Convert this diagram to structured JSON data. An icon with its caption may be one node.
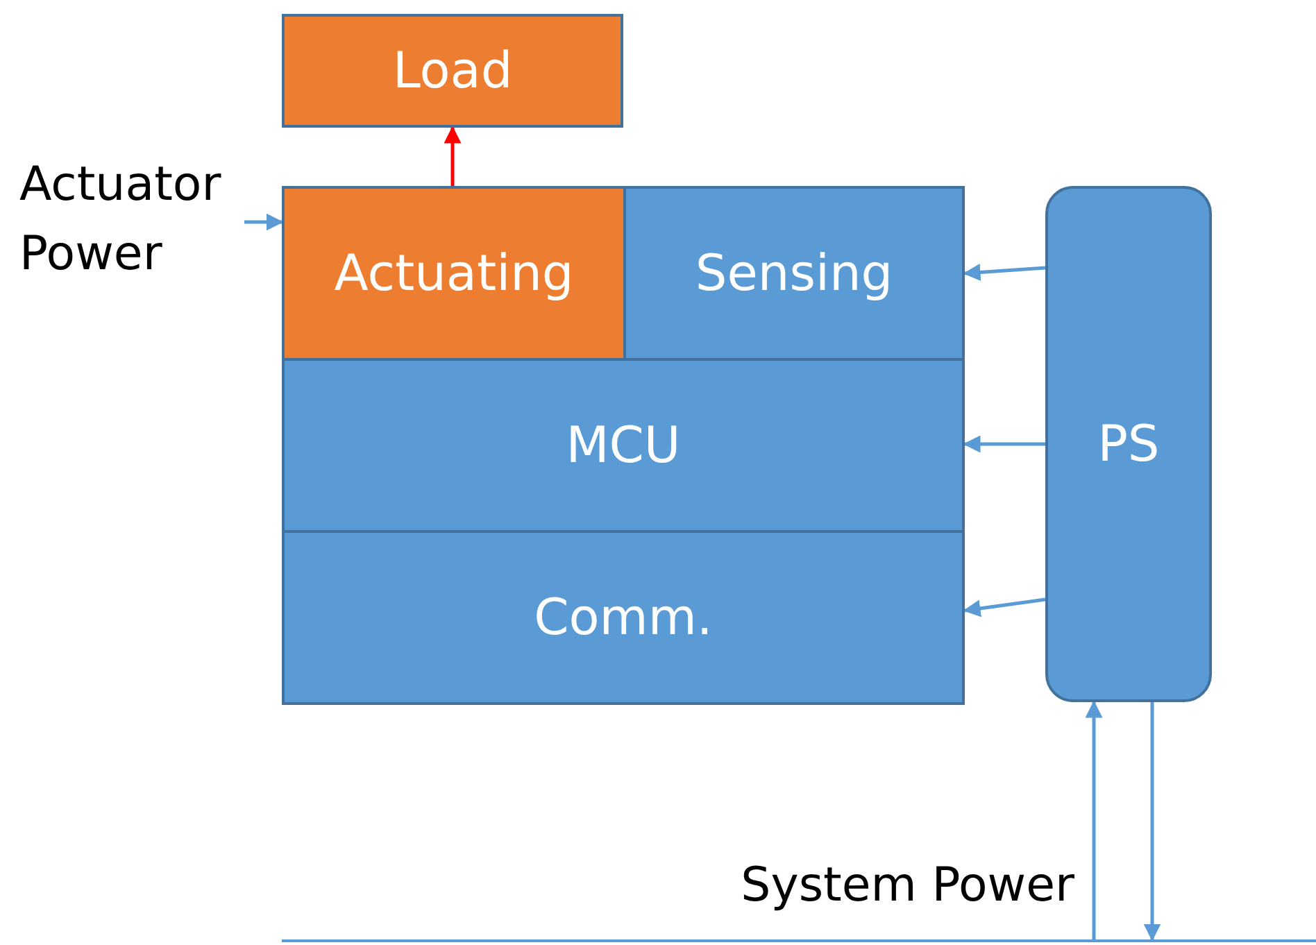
{
  "diagram": {
    "nodes": [
      {
        "text": [
          "Load"
        ]
      },
      {
        "text": [
          "Actuator Power"
        ]
      },
      {
        "text": [
          "Actuating"
        ]
      },
      {
        "text": [
          "Sensing"
        ]
      },
      {
        "text": [
          "MCU"
        ]
      },
      {
        "text": [
          "Comm."
        ]
      },
      {
        "text": [
          "PS"
        ]
      },
      {
        "text": [],
        "shape": "bar"
      }
    ],
    "edges": [
      {
        "from": 2,
        "to": 0,
        "arrow": "to",
        "color": "#ff0000"
      },
      {
        "from": 1,
        "to": 2,
        "arrow": "to"
      },
      {
        "from": 6,
        "to": 3,
        "arrow": "to"
      },
      {
        "from": 6,
        "to": 4,
        "arrow": "to"
      },
      {
        "from": 6,
        "to": 5,
        "arrow": "to"
      },
      {
        "from": 7,
        "to": 6,
        "arrow": "to"
      },
      {
        "from": 6,
        "to": 7,
        "arrow": "to"
      }
    ],
    "labels": [
      "System Power"
    ]
  }
}
